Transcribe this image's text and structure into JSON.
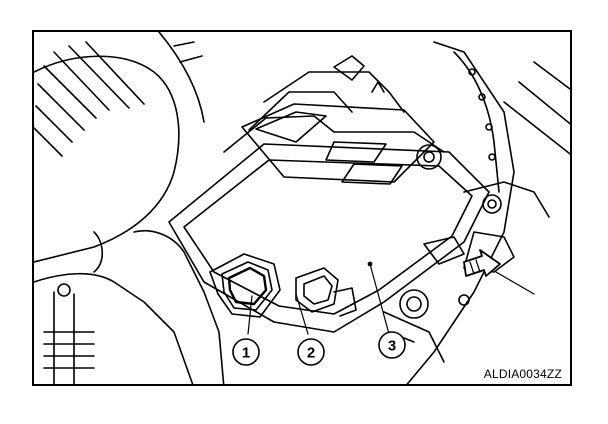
{
  "figure": {
    "id": "ALDIA0034ZZ"
  },
  "callouts": [
    {
      "number": "1"
    },
    {
      "number": "2"
    },
    {
      "number": "3"
    }
  ],
  "colors": {
    "line": "#000000",
    "background": "#ffffff"
  }
}
